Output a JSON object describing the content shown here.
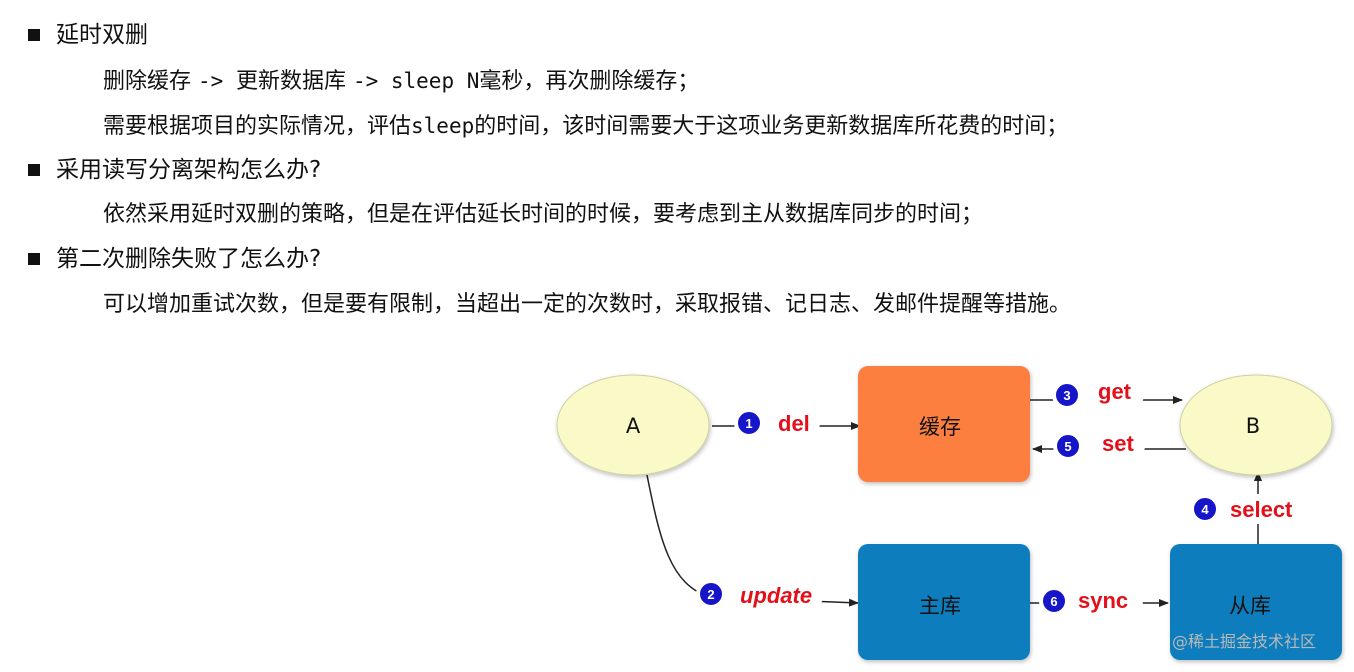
{
  "sections": [
    {
      "heading": "延时双删",
      "lines": [
        [
          "删除缓存 ",
          "-> ",
          "更新数据库 ",
          "-> sleep N",
          "毫秒，再次删除缓存；"
        ],
        [
          "需要根据项目的实际情况，评估",
          "sleep",
          "的时间，该时间需要大于这项业务更新数据库所花费的时间；"
        ]
      ]
    },
    {
      "heading": "采用读写分离架构怎么办?",
      "lines": [
        [
          "依然采用延时双删的策略，但是在评估延长时间的时候，要考虑到主从数据库同步的时间；"
        ]
      ]
    },
    {
      "heading": "第二次删除失败了怎么办?",
      "lines": [
        [
          "可以增加重试次数，但是要有限制，当超出一定的次数时，采取报错、记日志、发邮件提醒等措施。"
        ]
      ]
    }
  ],
  "diagram": {
    "nodes": {
      "a": "A",
      "b": "B",
      "cache": "缓存",
      "master": "主库",
      "slave": "从库"
    },
    "edges": [
      {
        "num": "1",
        "label": "del"
      },
      {
        "num": "2",
        "label": "update"
      },
      {
        "num": "3",
        "label": "get"
      },
      {
        "num": "4",
        "label": "select"
      },
      {
        "num": "5",
        "label": "set"
      },
      {
        "num": "6",
        "label": "sync"
      }
    ],
    "colors": {
      "ellipse_fill": "#fafac8",
      "cache_fill": "#fc7f3f",
      "db_fill": "#0a7dbd",
      "badge_fill": "#1616c8",
      "label_color": "#e3101a"
    }
  },
  "watermark": "@稀土掘金技术社区"
}
